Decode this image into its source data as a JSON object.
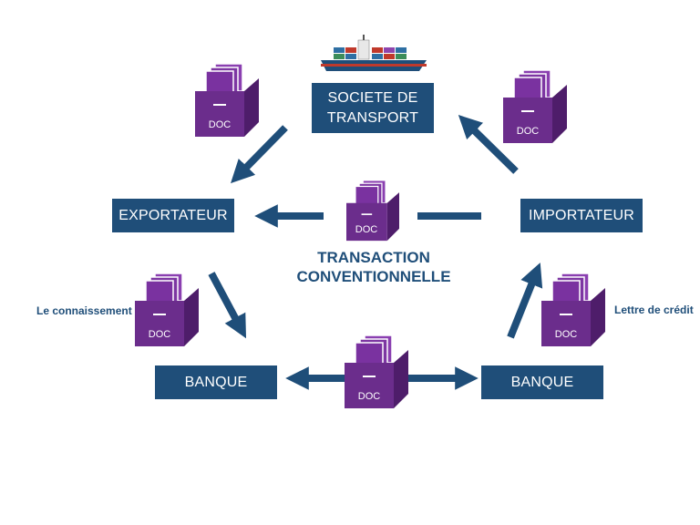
{
  "nodes": {
    "transport_line1": "SOCIETE DE",
    "transport_line2": "TRANSPORT",
    "exportateur": "EXPORTATEUR",
    "importateur": "IMPORTATEUR",
    "banque_left": "BANQUE",
    "banque_right": "BANQUE"
  },
  "center": {
    "line1": "TRANSACTION",
    "line2": "CONVENTIONNELLE"
  },
  "labels": {
    "connaissement": "Le connaissement",
    "lettre_credit": "Lettre de crédit"
  },
  "doc_label": "DOC",
  "icons": [
    "cargo-ship-icon",
    "document-box-icon",
    "arrow-icon"
  ],
  "colors": {
    "navy": "#1f4e79",
    "purple": "#6b2d8c",
    "purple_dark": "#4e1d6a",
    "white": "#ffffff"
  }
}
